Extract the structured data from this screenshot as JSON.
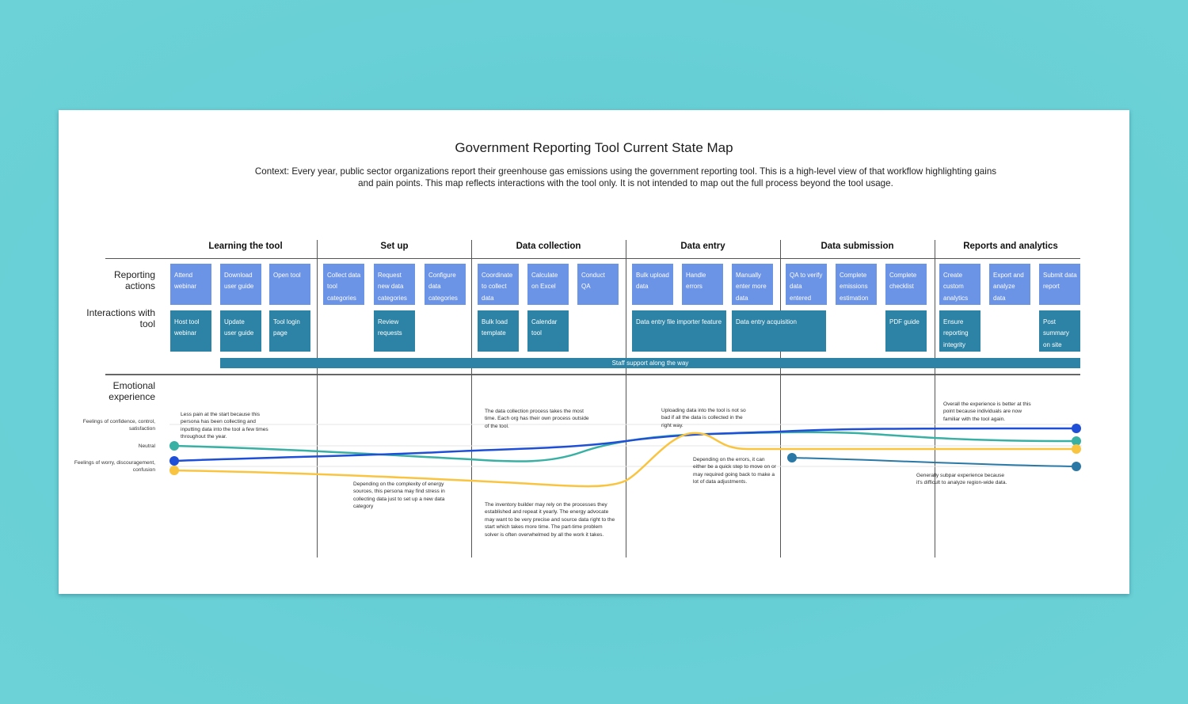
{
  "title": "Government Reporting Tool Current State Map",
  "context": "Context: Every year, public sector organizations report their greenhouse gas emissions using the government reporting tool. This is a high-level view of that workflow highlighting gains and pain points. This map reflects interactions with the tool only. It is not intended to map out the full process beyond the tool usage.",
  "colors": {
    "background": "#66cfd5",
    "reporting_action": "#6b93e6",
    "interaction": "#2c83a5",
    "line_dark_blue": "#1f4fd6",
    "line_teal": "#38b0a4",
    "line_yellow": "#f9c440",
    "line_steel_blue": "#2a78a6"
  },
  "phases": [
    "Learning the tool",
    "Set up",
    "Data collection",
    "Data entry",
    "Data submission",
    "Reports and analytics"
  ],
  "row_labels": {
    "reporting_actions": "Reporting actions",
    "interactions": "Interactions with tool",
    "emotional": "Emotional experience"
  },
  "reporting_actions": [
    "Attend webinar",
    "Download user guide",
    "Open tool",
    "Collect data tool categories",
    "Request new data categories",
    "Configure data categories",
    "Coordinate to collect data",
    "Calculate on Excel",
    "Conduct QA",
    "Bulk upload data",
    "Handle errors",
    "Manually enter more data",
    "QA to verify data entered",
    "Complete emissions estimation",
    "Complete checklist",
    "Create custom analytics",
    "Export and analyze data",
    "Submit data report"
  ],
  "interactions": [
    "Host tool webinar",
    "Update user guide",
    "Tool login page",
    "Review requests",
    "Bulk load template",
    "Calendar tool",
    "Data entry file importer feature",
    "Data entry acquisition",
    "PDF guide",
    "Ensure reporting integrity",
    "Post summary on site"
  ],
  "staff_support": "Staff support along the way",
  "emotion_scale": {
    "positive": "Feelings of confidence, control, satisfaction",
    "neutral": "Neutral",
    "negative": "Feelings of worry, discouragement, confusion"
  },
  "notes": [
    "Less pain at the start because this persona has been collecting and inputting data into the tool a few times throughout the year.",
    "Depending on the complexity of energy sources, this persona may find stress in collecting data just to set up a new data category",
    "The data collection process takes the most time. Each org has their own process outside of the tool.",
    "The inventory builder may rely on the processes they established and repeat it yearly. The energy advocate may want to be very precise and source data right to the start which takes more time. The part-time problem solver is often overwhelmed by all the work it takes.",
    "Uploading data into the tool is not so bad if all the data is collected in the right way.",
    "Depending on the errors, it can either be a quick step to move on or may required going back to make a lot of data adjustments.",
    "Overall the experience is better at this point because individuals are now familiar with the tool again.",
    "Generally subpar experience because it's difficult to analyze region-wide data."
  ]
}
